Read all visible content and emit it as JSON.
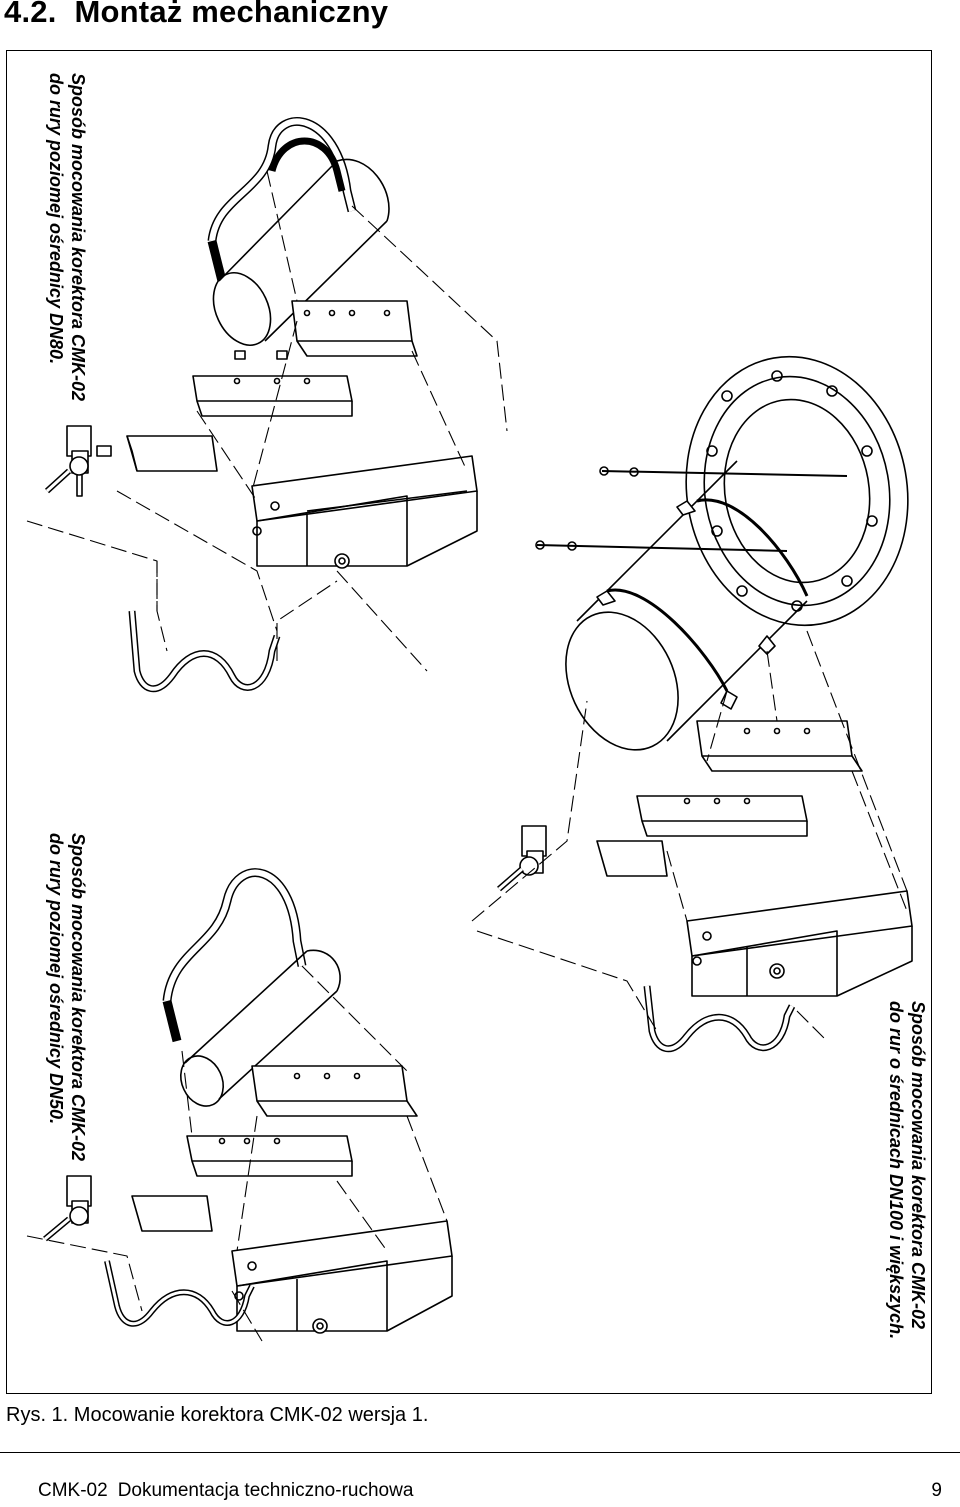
{
  "section": {
    "number": "4.2.",
    "title": "Montaż mechaniczny"
  },
  "figure": {
    "labels": {
      "dn80": {
        "line1": "Sposób mocowania korektora CMK-02",
        "line2": "do rury poziomej ośrednicy DN80."
      },
      "dn50": {
        "line1": "Sposób mocowania korektora CMK-02",
        "line2": "do rury poziomej ośrednicy DN50."
      },
      "dn100": {
        "line1": "Sposób mocowania korektora CMK-02",
        "line2": "do rur o średnicach DN100 i większych."
      }
    },
    "caption": "Rys. 1. Mocowanie korektora CMK-02 wersja 1."
  },
  "footer": {
    "doc_code": "CMK-02",
    "doc_title": "Dokumentacja techniczno-ruchowa",
    "page_number": "9"
  }
}
